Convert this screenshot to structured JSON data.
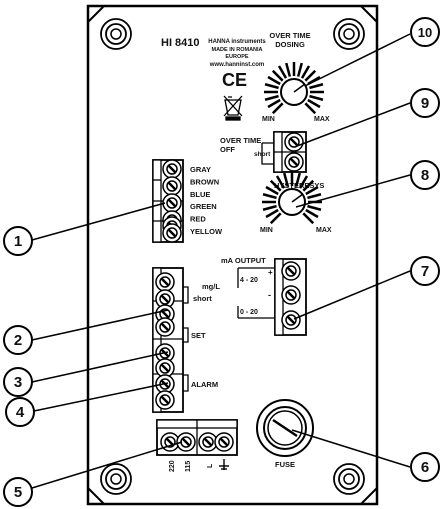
{
  "header": {
    "model": "HI 8410",
    "brand": "HANNA instruments",
    "made_in": "MADE IN ROMANIA",
    "region": "EUROPE",
    "website": "www.hanninst.com"
  },
  "ce_mark": "CE",
  "overtime_dosing": {
    "line1": "OVER TIME",
    "line2": "DOSING",
    "min": "MIN",
    "max": "MAX"
  },
  "overtime_switch": {
    "line1": "OVER TIME",
    "line2": "OFF",
    "short": "short"
  },
  "hysteresys": {
    "title": "HYSTERESYS",
    "min": "MIN",
    "max": "MAX"
  },
  "wires": [
    "GRAY",
    "BROWN",
    "BLUE",
    "GREEN",
    "RED",
    "YELLOW"
  ],
  "probe": {
    "unit": "mg/L",
    "short": "short"
  },
  "set_label": "SET",
  "alarm_label": "ALARM",
  "ma_output": {
    "title": "mA OUTPUT",
    "range_4_20": "4 - 20",
    "range_0_20": "0 - 20",
    "plus": "+",
    "minus": "-"
  },
  "power": {
    "v220": "220",
    "v115": "115",
    "live": "L"
  },
  "fuse_label": "FUSE",
  "callouts": [
    "1",
    "2",
    "3",
    "4",
    "5",
    "6",
    "7",
    "8",
    "9",
    "10"
  ]
}
